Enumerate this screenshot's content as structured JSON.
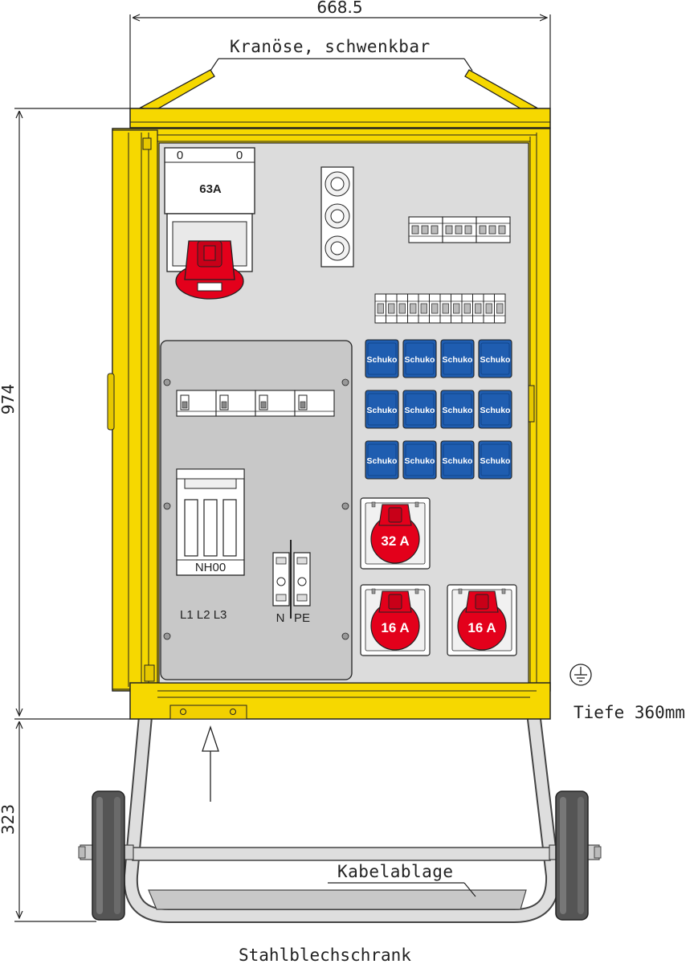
{
  "dimensions": {
    "width": "668.5",
    "height_cabinet": "974",
    "height_frame": "323",
    "depth": "Tiefe 360mm"
  },
  "labels": {
    "crane_eye": "Kranöse, schwenkbar",
    "cable_tray": "Kabelablage",
    "caption": "Stahlblechschrank"
  },
  "main_switch": {
    "left_mark": "0",
    "right_mark": "0",
    "rating": "63A"
  },
  "fuse_block": {
    "type": "NH00",
    "phases": "L1 L2 L3",
    "n_label": "N",
    "pe_label": "PE"
  },
  "outlets": {
    "schuko_label": "Schuko",
    "schuko_count": 12,
    "cee": [
      {
        "rating": "32 A"
      },
      {
        "rating": "16 A"
      },
      {
        "rating": "16 A"
      }
    ]
  },
  "colors": {
    "housing_yellow": "#f6d800",
    "panel_grey": "#dcdcdc",
    "schuko_blue": "#1f5db0",
    "cee_red": "#e3001b"
  },
  "icons": [
    "ground-symbol-icon",
    "insert-arrow-icon"
  ]
}
